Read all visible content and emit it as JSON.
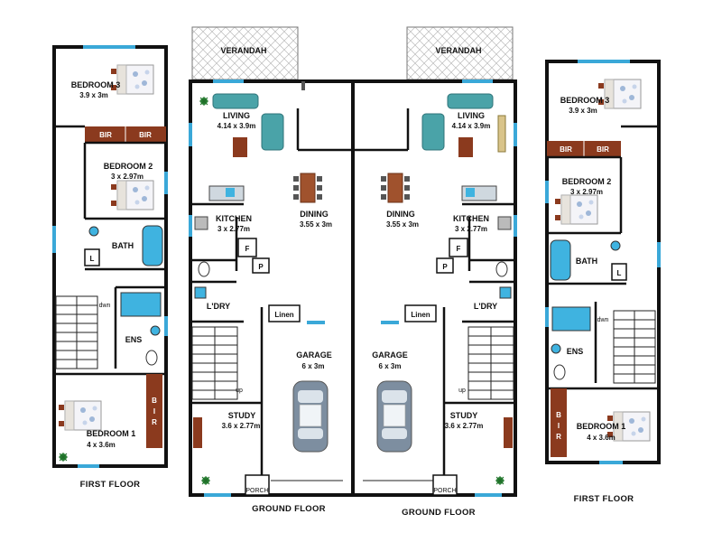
{
  "labels": {
    "verandah": "VERANDAH",
    "living": "LIVING",
    "living_dim": "4.14 x 3.9m",
    "dining": "DINING",
    "dining_dim": "3.55 x 3m",
    "kitchen": "KITCHEN",
    "kitchen_dim": "3 x 2.77m",
    "pantry": "P",
    "fridge": "F",
    "laundry": "L'DRY",
    "linen": "Linen",
    "garage": "GARAGE",
    "garage_dim": "6 x 3m",
    "study": "STUDY",
    "study_dim": "3.6 x 2.77m",
    "porch": "PORCH",
    "up": "up",
    "down": "dwn",
    "ground_floor": "GROUND FLOOR",
    "first_floor": "FIRST FLOOR",
    "bedroom3": "BEDROOM 3",
    "bedroom3_dim": "3.9 x 3m",
    "bir": "BIR",
    "bir_v1": "B",
    "bir_v2": "I",
    "bir_v3": "R",
    "bedroom2": "BEDROOM 2",
    "bedroom2_dim": "3 x 2.97m",
    "bath": "BATH",
    "linen_cupboard": "L",
    "ensuite": "ENS",
    "bedroom1": "BEDROOM 1",
    "bedroom1_dim": "4 x 3.6m"
  },
  "colors": {
    "wall": "#111111",
    "window": "#3aa8d8",
    "timber": "#8b3a1e",
    "sofa": "#4aa3a8",
    "water": "#3fb3e0",
    "car": "#7d8ea0",
    "plant": "#2e8b3a"
  }
}
